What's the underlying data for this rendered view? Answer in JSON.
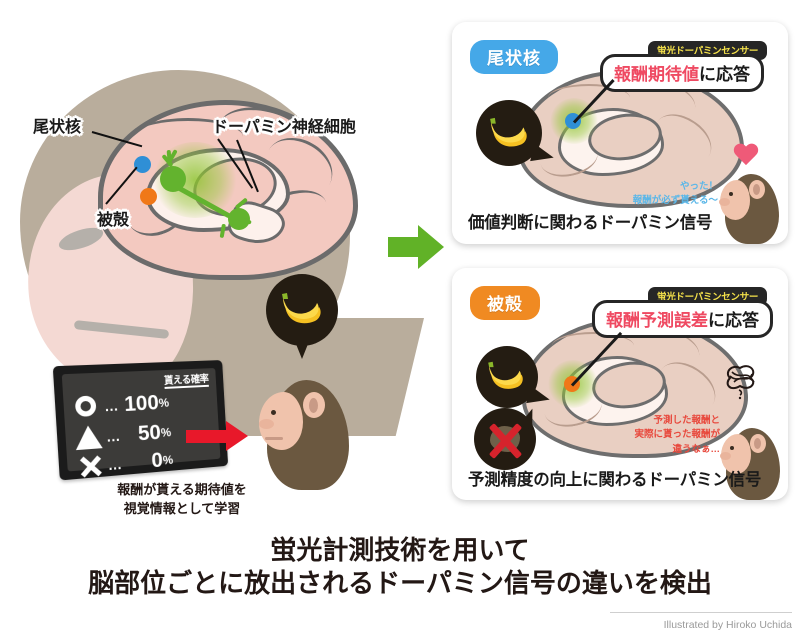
{
  "left_diagram": {
    "labels": [
      {
        "key": "caudate",
        "text": "尾状核"
      },
      {
        "key": "putamen",
        "text": "被殻"
      },
      {
        "key": "dopamine_neuron",
        "text": "ドーパミン神経細胞"
      }
    ],
    "dot_colors": {
      "caudate": "#2f8fd6",
      "putamen": "#f07818",
      "neuron": "#63b32e"
    }
  },
  "monitor": {
    "title": "貰える確率",
    "rows": [
      {
        "symbol": "circle",
        "dots": "…",
        "value": "100",
        "unit": "%"
      },
      {
        "symbol": "triangle",
        "dots": "…",
        "value": "50",
        "unit": "%"
      },
      {
        "symbol": "cross",
        "dots": "…",
        "value": "0",
        "unit": "%"
      }
    ],
    "caption_line1": "報酬が貰える期待値を",
    "caption_line2": "視覚情報として学習"
  },
  "arrows": {
    "red_arrow_name": "task-flow-arrow",
    "green_arrow_name": "result-flow-arrow",
    "red_color": "#e8182a",
    "green_color": "#61b227"
  },
  "panels": [
    {
      "id": "caudate-panel",
      "badge": "尾状核",
      "badge_color": "#45a8e8",
      "sensor_tab": "蛍光ドーパミンセンサー",
      "callout_highlight": "報酬期待値",
      "callout_rest": "に応答",
      "marker_color": "#2f8fd6",
      "caption": "価値判断に関わるドーパミン信号",
      "speech_lines": [
        "やった！",
        "報酬が必ず貰える〜"
      ],
      "speech_color": "#5bb7e8",
      "emotion_icon": "heart-icon",
      "stimuli": [
        "banana-icon"
      ]
    },
    {
      "id": "putamen-panel",
      "badge": "被殻",
      "badge_color": "#f08a22",
      "sensor_tab": "蛍光ドーパミンセンサー",
      "callout_highlight": "報酬予測誤差",
      "callout_rest": "に応答",
      "marker_color": "#f07818",
      "caption": "予測精度の向上に関わるドーパミン信号",
      "speech_lines": [
        "予測した報酬と",
        "実際に貰った報酬が",
        "違うなぁ…"
      ],
      "speech_color": "#e8483c",
      "emotion_icon": "confusion-scribble-icon",
      "stimuli": [
        "banana-icon",
        "no-reward-icon"
      ]
    }
  ],
  "main_title": {
    "line1": "蛍光計測技術を用いて",
    "line2": "脳部位ごとに放出されるドーパミン信号の違いを検出"
  },
  "credit": "Illustrated by Hiroko Uchida"
}
